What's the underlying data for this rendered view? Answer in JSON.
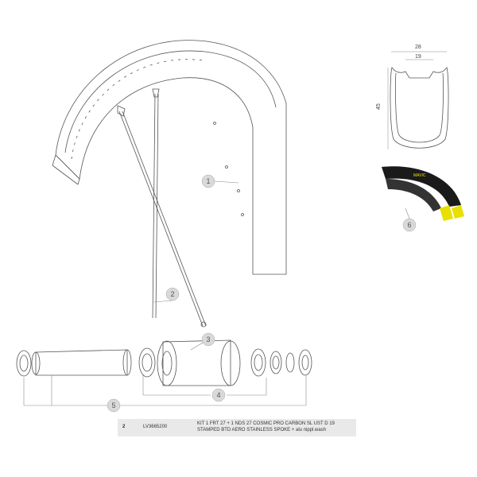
{
  "callouts": [
    "1",
    "2",
    "3",
    "4",
    "5",
    "6"
  ],
  "profile": {
    "width_outer": "28",
    "width_inner": "19",
    "height": "45"
  },
  "tire": {
    "brand_text": "MAVIC"
  },
  "parts_table": {
    "qty": "2",
    "ref": "LV3665200",
    "description": "KIT 1 FRT 27 + 1 NDS 27 COSMIC PRO CARBON SL UST D 19 STAMPED BTD AERO STAINLESS SPOKE + alu nippl.wash"
  },
  "colors": {
    "line": "#555555",
    "callout_fill": "#d9d9d9",
    "tire_yellow": "#e8e000",
    "table_bg": "#e9e9e9"
  }
}
